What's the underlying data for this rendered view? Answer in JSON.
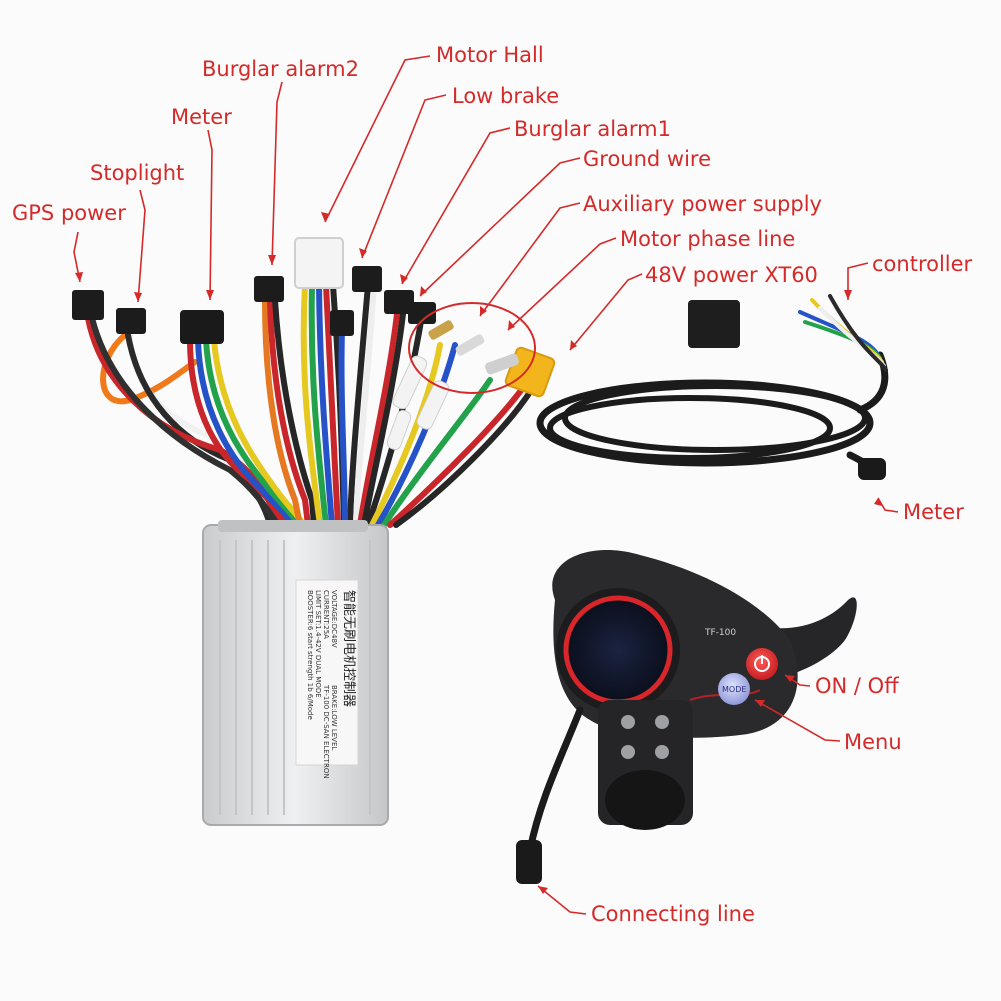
{
  "labels": {
    "motor_hall": "Motor Hall",
    "burglar_alarm2": "Burglar alarm2",
    "low_brake": "Low brake",
    "meter_top": "Meter",
    "burglar_alarm1": "Burglar alarm1",
    "ground_wire": "Ground wire",
    "stoplight": "Stoplight",
    "auxiliary_power": "Auxiliary power supply",
    "gps_power": "GPS power",
    "motor_phase": "Motor phase line",
    "controller": "controller",
    "power_xt60": "48V power XT60",
    "meter_right": "Meter",
    "on_off": "ON / Off",
    "menu": "Menu",
    "connecting_line": "Connecting line"
  },
  "device": {
    "controller_label_lines": [
      "智能无刷电机控制器",
      "VOLTAGE:DC48V",
      "CURRENT:25A",
      "LIMIT SET:1.4-42V DUAL MODE",
      "BOOSTER:6 start strength 1b 6/Mode",
      "BRAKE:LOW LEVEL",
      "TF-100 DC-SAN ELECTRON"
    ],
    "display_model": "TF-100",
    "mode_button": "MODE"
  },
  "colors": {
    "annotation": "#d42a2a",
    "housing": "#d9dbdd",
    "display_body": "#2a2a2c",
    "display_ring": "#d8262b"
  }
}
